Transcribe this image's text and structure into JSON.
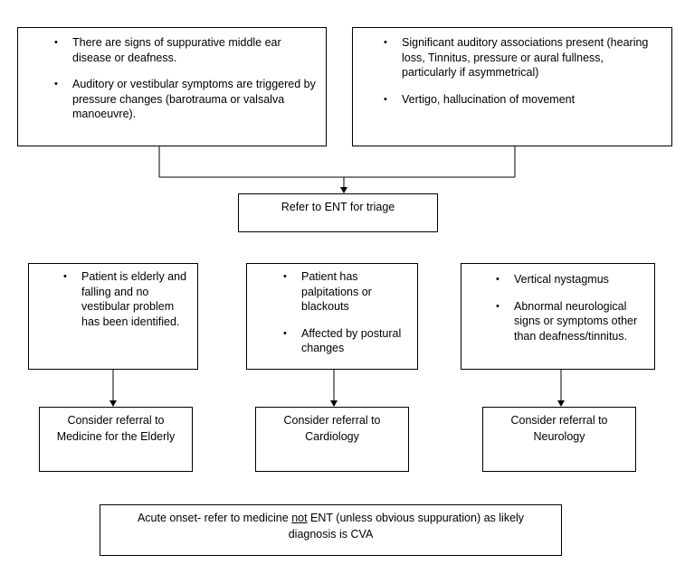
{
  "top_left": {
    "items": [
      "There  are  signs of suppurative middle ear disease or deafness.",
      " Auditory or vestibular symptoms are triggered by pressure changes (barotrauma  or valsalva manoeuvre)."
    ]
  },
  "top_right": {
    "items": [
      "Significant auditory associations present (hearing  loss, Tinnitus, pressure  or aural fullness, particularly if asymmetrical)",
      "Vertigo, hallucination of movement"
    ]
  },
  "ent_box": {
    "text": "Refer to ENT  for triage"
  },
  "elderly_criteria": {
    "items": [
      "Patient is elderly and falling and no vestibular problem has been identified."
    ]
  },
  "cardio_criteria": {
    "items": [
      "Patient has palpitations or blackouts",
      "Affected by postural changes"
    ]
  },
  "neuro_criteria": {
    "items": [
      "Vertical nystagmus",
      "Abnormal neurological signs or symptoms other than  deafness/tinnitus."
    ]
  },
  "elderly_referral": {
    "text": "Consider referral to Medicine for the Elderly"
  },
  "cardio_referral": {
    "text": "Consider referral to Cardiology"
  },
  "neuro_referral": {
    "text": "Consider referral to Neurology"
  },
  "acute_box": {
    "before": "Acute onset- refer to medicine ",
    "underlined": "not",
    "after": " ENT (unless obvious suppuration) as likely diagnosis is CVA"
  },
  "bullet_glyph": "•"
}
